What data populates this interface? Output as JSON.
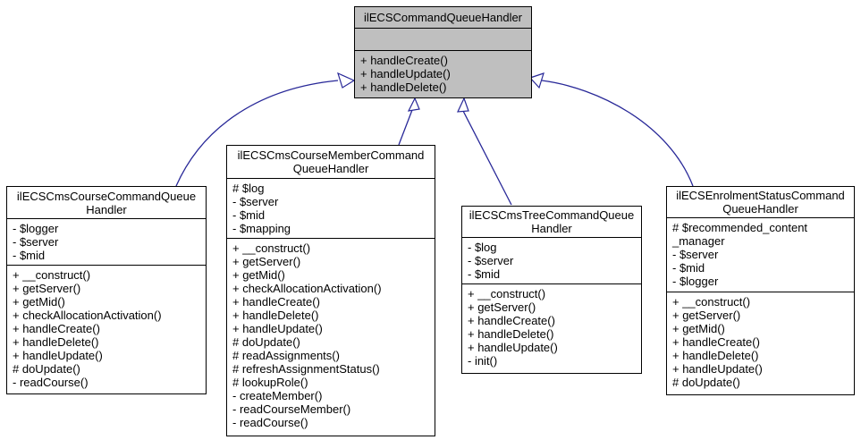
{
  "diagram": {
    "type": "uml-class-inheritance",
    "colors": {
      "background": "#ffffff",
      "base_class_fill": "#bfbfbf",
      "derived_class_fill": "#ffffff",
      "border": "#000000",
      "text": "#000000",
      "inheritance_edge": "#282898"
    },
    "classes": [
      {
        "id": "ilECSCommandQueueHandler",
        "name": "ilECSCommandQueueHandler",
        "name_lines": [
          "ilECSCommandQueueHandler"
        ],
        "highlighted": true,
        "attributes": [],
        "methods": [
          "+ handleCreate()",
          "+ handleUpdate()",
          "+ handleDelete()"
        ]
      },
      {
        "id": "ilECSCmsCourseCommandQueueHandler",
        "name": "ilECSCmsCourseCommandQueueHandler",
        "name_lines": [
          "ilECSCmsCourseCommandQueue",
          "Handler"
        ],
        "highlighted": false,
        "attributes": [
          "- $logger",
          "- $server",
          "- $mid"
        ],
        "methods": [
          "+ __construct()",
          "+ getServer()",
          "+ getMid()",
          "+ checkAllocationActivation()",
          "+ handleCreate()",
          "+ handleDelete()",
          "+ handleUpdate()",
          "# doUpdate()",
          "- readCourse()"
        ]
      },
      {
        "id": "ilECSCmsCourseMemberCommandQueueHandler",
        "name": "ilECSCmsCourseMemberCommandQueueHandler",
        "name_lines": [
          "ilECSCmsCourseMemberCommand",
          "QueueHandler"
        ],
        "highlighted": false,
        "attributes": [
          "# $log",
          "- $server",
          "- $mid",
          "- $mapping"
        ],
        "methods": [
          "+ __construct()",
          "+ getServer()",
          "+ getMid()",
          "+ checkAllocationActivation()",
          "+ handleCreate()",
          "+ handleDelete()",
          "+ handleUpdate()",
          "# doUpdate()",
          "# readAssignments()",
          "# refreshAssignmentStatus()",
          "# lookupRole()",
          "- createMember()",
          "- readCourseMember()",
          "- readCourse()"
        ]
      },
      {
        "id": "ilECSCmsTreeCommandQueueHandler",
        "name": "ilECSCmsTreeCommandQueueHandler",
        "name_lines": [
          "ilECSCmsTreeCommandQueue",
          "Handler"
        ],
        "highlighted": false,
        "attributes": [
          "- $log",
          "- $server",
          "- $mid"
        ],
        "methods": [
          "+ __construct()",
          "+ getServer()",
          "+ handleCreate()",
          "+ handleDelete()",
          "+ handleUpdate()",
          "- init()"
        ]
      },
      {
        "id": "ilECSEnrolmentStatusCommandQueueHandler",
        "name": "ilECSEnrolmentStatusCommandQueueHandler",
        "name_lines": [
          "ilECSEnrolmentStatusCommand",
          "QueueHandler"
        ],
        "highlighted": false,
        "attributes": [
          "# $recommended_content",
          "_manager",
          "- $server",
          "- $mid",
          "- $logger"
        ],
        "methods": [
          "+ __construct()",
          "+ getServer()",
          "+ getMid()",
          "+ handleCreate()",
          "+ handleDelete()",
          "+ handleUpdate()",
          "# doUpdate()"
        ]
      }
    ],
    "edges": [
      {
        "from": "ilECSCmsCourseCommandQueueHandler",
        "to": "ilECSCommandQueueHandler",
        "type": "inheritance"
      },
      {
        "from": "ilECSCmsCourseMemberCommandQueueHandler",
        "to": "ilECSCommandQueueHandler",
        "type": "inheritance"
      },
      {
        "from": "ilECSCmsTreeCommandQueueHandler",
        "to": "ilECSCommandQueueHandler",
        "type": "inheritance"
      },
      {
        "from": "ilECSEnrolmentStatusCommandQueueHandler",
        "to": "ilECSCommandQueueHandler",
        "type": "inheritance"
      }
    ]
  }
}
